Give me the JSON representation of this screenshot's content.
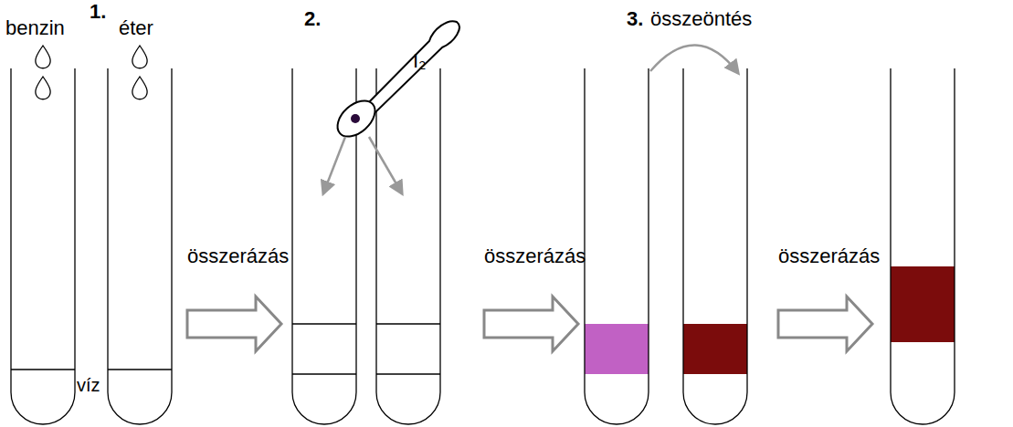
{
  "diagram": {
    "labels": [
      "1.",
      "benzin",
      "éter",
      "víz",
      "összerázás",
      "2.",
      "I₂",
      "összerázás",
      "3.",
      "összeöntés",
      "összerázás"
    ]
  }
}
